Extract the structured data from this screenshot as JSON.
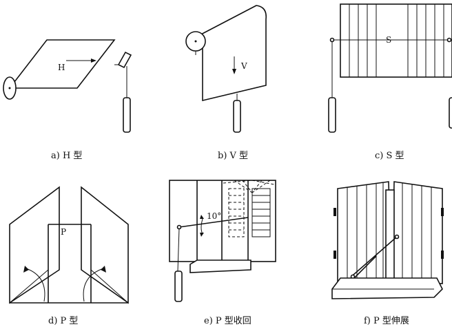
{
  "panels": [
    {
      "caption": "a) H 型",
      "label": "H"
    },
    {
      "caption": "b) V 型",
      "label": "V"
    },
    {
      "caption": "c) S 型",
      "label": "S"
    },
    {
      "caption": "d) P 型",
      "label": "P"
    },
    {
      "caption": "e) P 型收回",
      "label": "10°"
    },
    {
      "caption": "f) P 型伸展",
      "label": ""
    }
  ]
}
